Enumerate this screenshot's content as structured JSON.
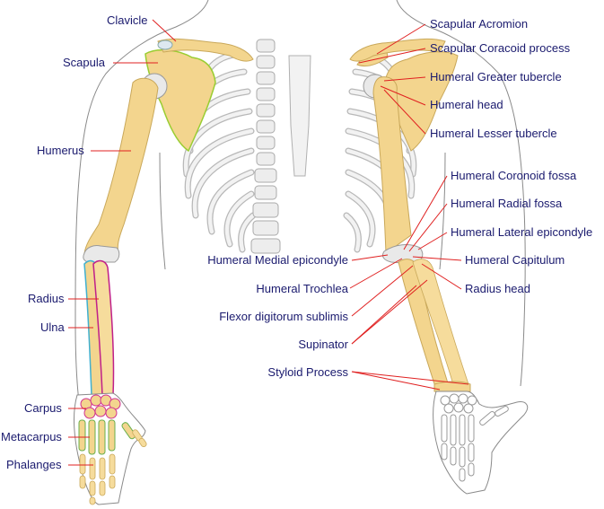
{
  "diagram": {
    "labels_left": {
      "clavicle": "Clavicle",
      "scapula": "Scapula",
      "humerus": "Humerus",
      "radius": "Radius",
      "ulna": "Ulna",
      "carpus": "Carpus",
      "metacarpus": "Metacarpus",
      "phalanges": "Phalanges"
    },
    "labels_right": {
      "acromion": "Scapular Acromion",
      "coracoid": "Scapular Coracoid process",
      "greater_tubercle": "Humeral Greater tubercle",
      "humeral_head": "Humeral head",
      "lesser_tubercle": "Humeral Lesser tubercle",
      "coronoid_fossa": "Humeral Coronoid fossa",
      "radial_fossa": "Humeral Radial fossa",
      "lateral_epicondyle": "Humeral Lateral epicondyle",
      "capitulum": "Humeral Capitulum",
      "radius_head": "Radius head"
    },
    "labels_center": {
      "medial_epicondyle": "Humeral Medial epicondyle",
      "trochlea": "Humeral Trochlea",
      "flexor": "Flexor digitorum sublimis",
      "supinator": "Supinator",
      "styloid": "Styloid Process"
    },
    "colors": {
      "bone": "#f3d58e",
      "cartilage": "#e9e9e9",
      "label_text": "#1a1a6e",
      "leader_line": "#e02020",
      "scapula_outline": "#9acd32",
      "radius_outline": "#c0208a",
      "ulna_outline": "#40b0d0",
      "carpus_outline": "#d03090",
      "metacarpus_outline": "#6ab04c"
    }
  }
}
